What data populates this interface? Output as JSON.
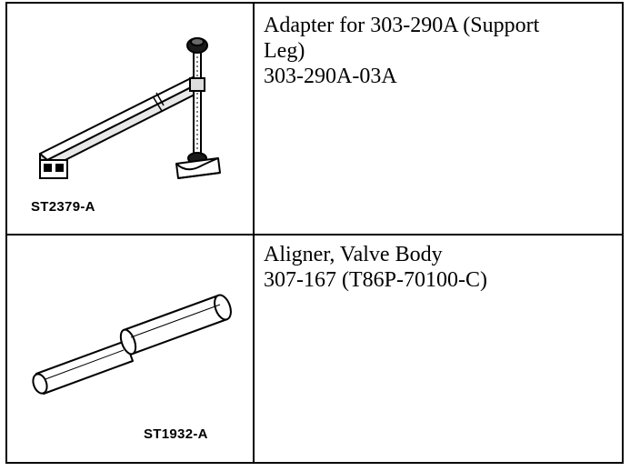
{
  "tools": [
    {
      "art_code": "ST2379-A",
      "icon": "support-leg-adapter-illustration",
      "lines": [
        "Adapter for 303-290A (Support",
        "Leg)",
        "303-290A-03A"
      ]
    },
    {
      "art_code": "ST1932-A",
      "icon": "valve-body-aligner-illustration",
      "lines": [
        "Aligner, Valve Body",
        "307-167 (T86P-70100-C)"
      ]
    }
  ]
}
